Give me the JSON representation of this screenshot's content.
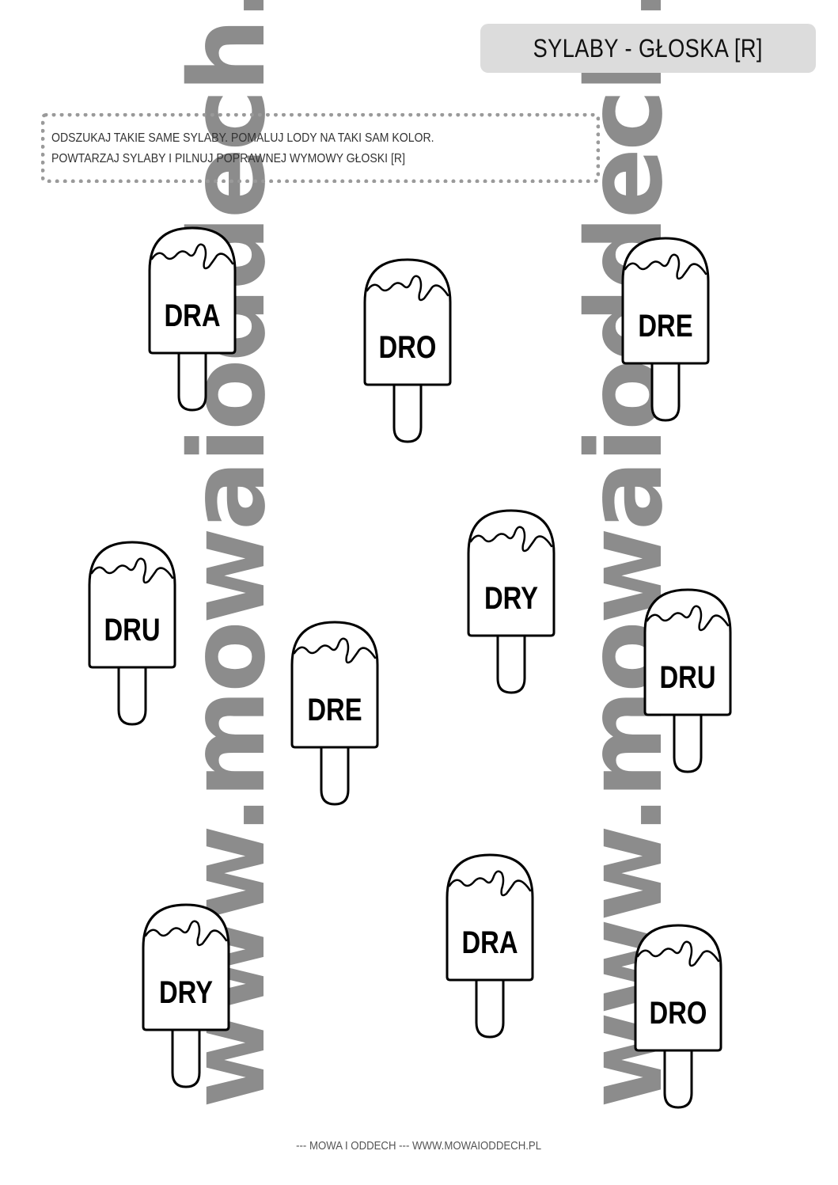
{
  "header": {
    "title": "SYLABY - GŁOSKA  [R]"
  },
  "instructions": {
    "line1": "ODSZUKAJ TAKIE SAME SYLABY. POMALUJ LODY NA TAKI SAM KOLOR.",
    "line2": "POWTARZAJ SYLABY I PILNUJ POPRAWNEJ WYMOWY GŁOSKI [R]"
  },
  "watermark": {
    "left": "www.mowaioddech.pl",
    "right": "www.mowaioddech.pl"
  },
  "popsicles": [
    {
      "syllable": "DRA"
    },
    {
      "syllable": "DRO"
    },
    {
      "syllable": "DRE"
    },
    {
      "syllable": "DRY"
    },
    {
      "syllable": "DRU"
    },
    {
      "syllable": "DRU"
    },
    {
      "syllable": "DRE"
    },
    {
      "syllable": "DRA"
    },
    {
      "syllable": "DRY"
    },
    {
      "syllable": "DRO"
    }
  ],
  "footer": {
    "text": "--- MOWA I ODDECH --- WWW.MOWAIODDECH.PL"
  },
  "colors": {
    "watermark": "#8c8c8c",
    "header_bg": "#dcdcdc",
    "dotted_border": "#9a9a9a",
    "outline": "#000000"
  }
}
